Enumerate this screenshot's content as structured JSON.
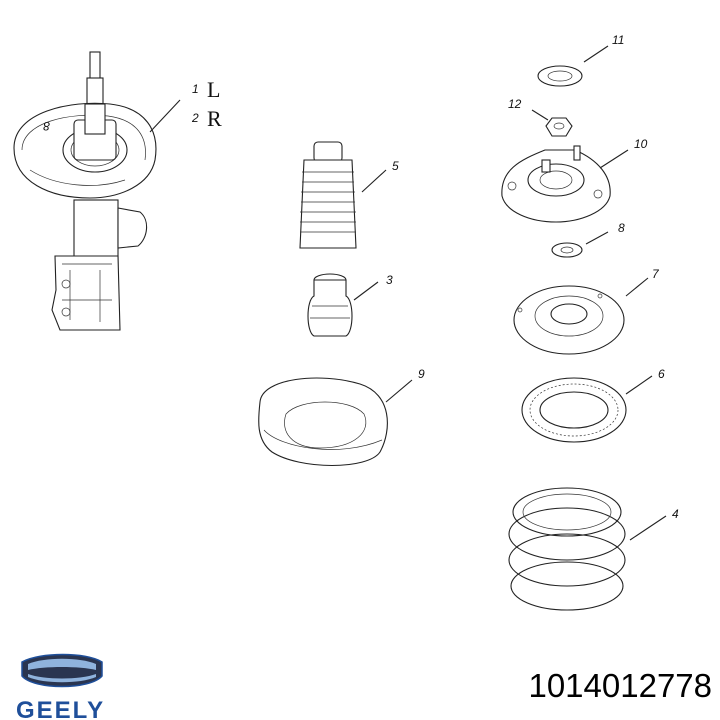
{
  "diagram": {
    "side_labels": [
      {
        "num": "1",
        "letter": "L"
      },
      {
        "num": "2",
        "letter": "R"
      }
    ],
    "strut_mark": "8",
    "callouts": [
      "11",
      "12",
      "10",
      "5",
      "8",
      "3",
      "7",
      "9",
      "6",
      "4"
    ]
  },
  "brand": {
    "name": "GEELY",
    "logo": "geely-shield-logo",
    "colors": {
      "blue": "#1f4f9a",
      "dark": "#2a3550",
      "light": "#8fb3dd"
    }
  },
  "part_number": "1014012778"
}
